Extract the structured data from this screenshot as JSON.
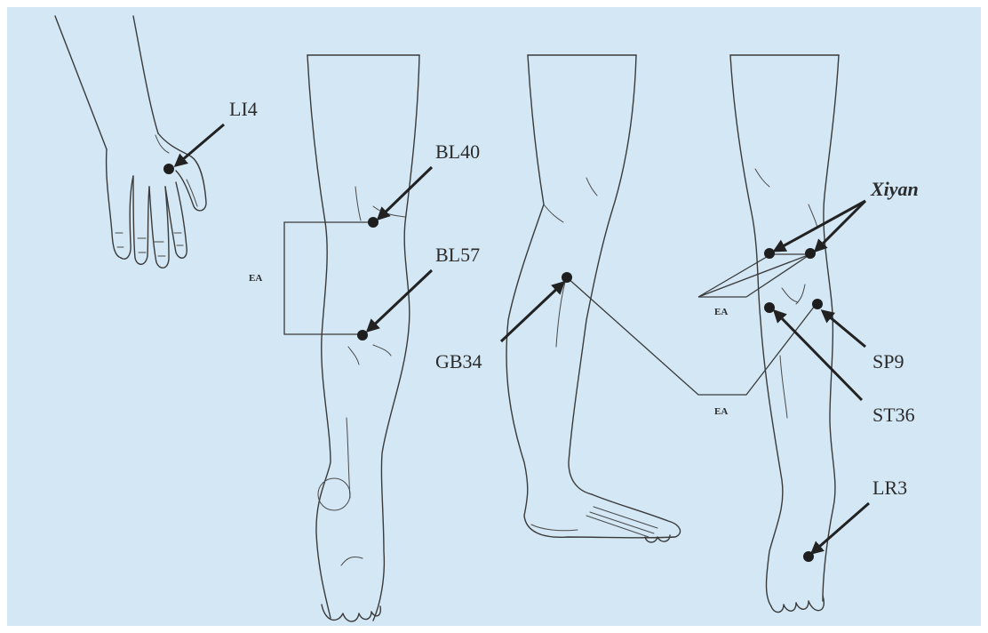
{
  "colors": {
    "background": "#d3e7f4",
    "line": "#3a3a3a",
    "point": "#1e1e1e"
  },
  "labels": {
    "li4": "LI4",
    "bl40": "BL40",
    "bl57": "BL57",
    "gb34": "GB34",
    "xiyan": "Xiyan",
    "sp9": "SP9",
    "st36": "ST36",
    "lr3": "LR3"
  },
  "electro_labels": {
    "ea_back": "EA",
    "ea_front": "EA",
    "ea_connector": "EA"
  }
}
